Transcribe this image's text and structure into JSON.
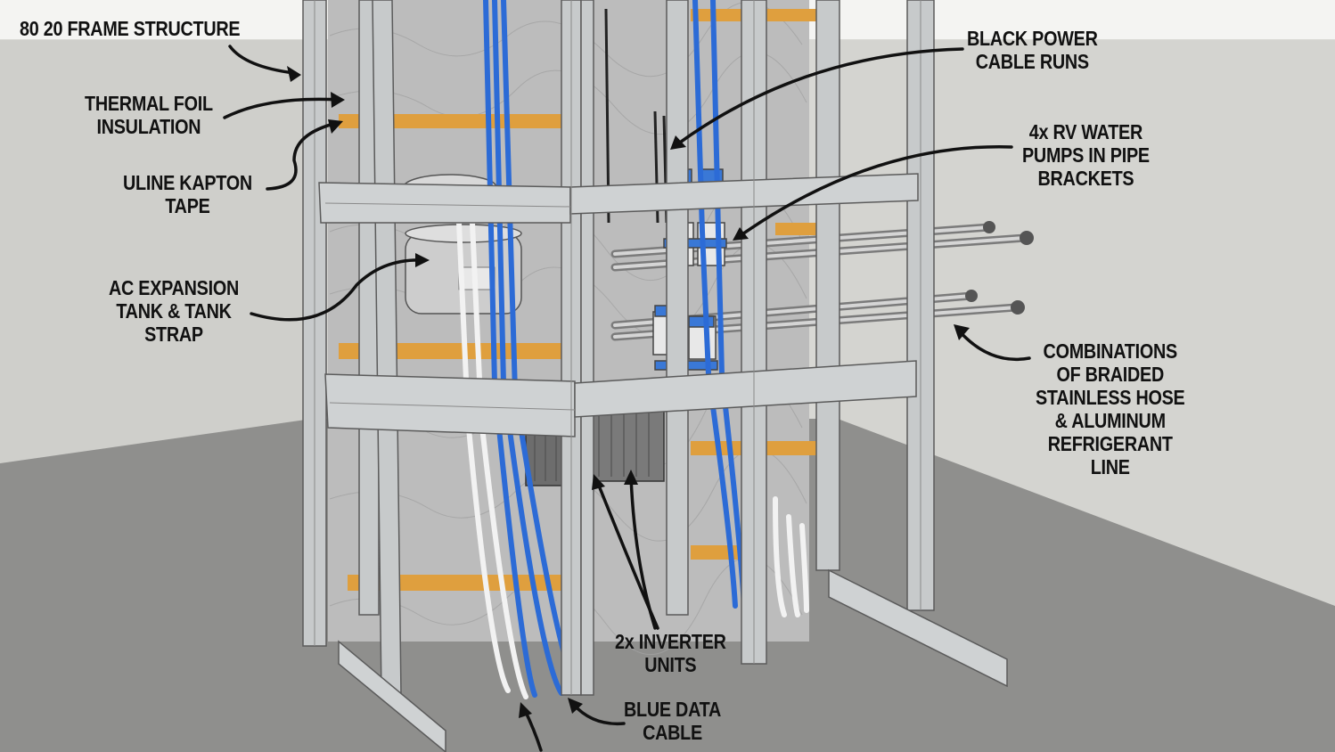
{
  "labels": {
    "frame": [
      "80 20 FRAME STRUCTURE"
    ],
    "foil": [
      "THERMAL FOIL",
      "INSULATION"
    ],
    "kapton": [
      "ULINE KAPTON",
      "TAPE"
    ],
    "tank": [
      "AC EXPANSION",
      "TANK & TANK",
      "STRAP"
    ],
    "power": [
      "BLACK POWER",
      "CABLE RUNS"
    ],
    "pumps": [
      "4x RV WATER",
      "PUMPS IN PIPE",
      "BRACKETS"
    ],
    "hose": [
      "COMBINATIONS",
      "OF BRAIDED",
      "STAINLESS HOSE",
      "& ALUMINUM",
      "REFRIGERANT",
      "LINE"
    ],
    "inverter": [
      "2x INVERTER",
      "UNITS"
    ],
    "blue": [
      "BLUE DATA",
      "CABLE"
    ]
  },
  "colors": {
    "wall": "#d6d6d2",
    "floor": "#8e8e8c",
    "frame": "#c6c9ca",
    "foil": "#b9b9b9",
    "tape": "#e0a040",
    "blue_cable": "#2f6fd8",
    "white_cable": "#efefef",
    "text": "#111111"
  }
}
